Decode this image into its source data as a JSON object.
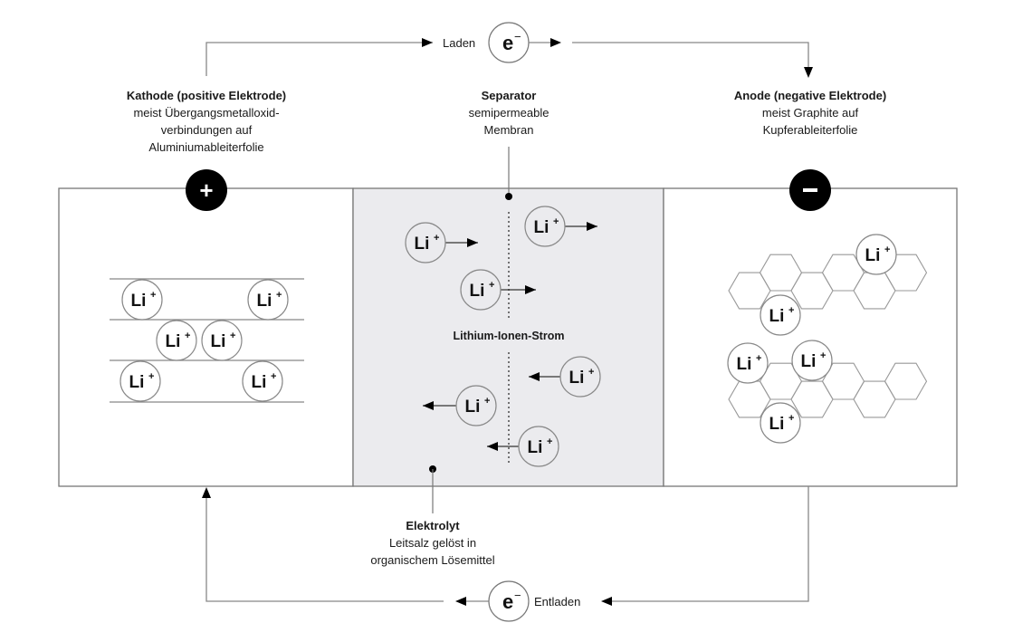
{
  "diagram": {
    "title": "Lithium-Ionen-Batterie Aufbau",
    "colors": {
      "line": "#777777",
      "separator_fill": "#ebebee",
      "terminal_fill": "#000000",
      "ion_text": "#111111"
    },
    "charge_wire": {
      "label": "Laden",
      "electron_symbol": "e",
      "electron_charge": "−",
      "direction": "cathode-to-anode"
    },
    "discharge_wire": {
      "label": "Entladen",
      "electron_symbol": "e",
      "electron_charge": "−",
      "direction": "anode-to-cathode"
    },
    "cathode": {
      "title": "Kathode (positive Elektrode)",
      "desc_lines": [
        "meist Übergangsmetalloxid-",
        "verbindungen auf",
        "Aluminiumableiterfolie"
      ],
      "terminal": "+",
      "layers": 4,
      "ion_count": 6
    },
    "separator": {
      "title": "Separator",
      "desc_lines": [
        "semipermeable",
        "Membran"
      ]
    },
    "anode": {
      "title": "Anode (negative Elektrode)",
      "desc_lines": [
        "meist Graphite auf",
        "Kupferableiterfolie"
      ],
      "terminal": "−",
      "hex_rows": 2,
      "ion_count": 5
    },
    "electrolyte": {
      "title": "Elektrolyt",
      "desc_lines": [
        "Leitsalz gelöst in",
        "organischem Lösemittel"
      ],
      "ion_count": 6
    },
    "ion_flow_label": "Lithium-Ionen-Strom",
    "ion": {
      "symbol": "Li",
      "charge": "+"
    }
  }
}
